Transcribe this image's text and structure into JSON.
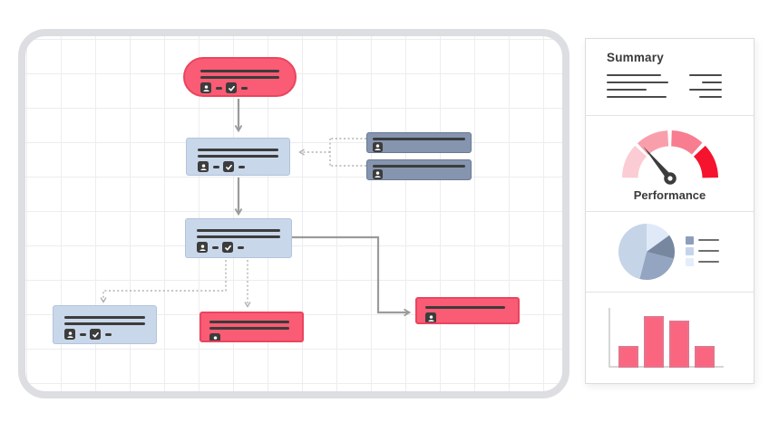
{
  "theme": {
    "red_fill": "#f95c74",
    "red_border": "#e9455f",
    "blue_fill": "#c9d7ea",
    "blue_border": "#b3c3da",
    "slate_fill": "#8595af",
    "slate_border": "#697a93",
    "ink": "#3c3c3c",
    "text": "#3a3a3a",
    "connector": "#9b9b9b",
    "connector_dotted": "#b1b1b1",
    "grid_line": "#ededf0",
    "canvas_border": "#dcdee2",
    "panel_border": "#dcdcdc",
    "axis": "#c9c9c9"
  },
  "flowchart": {
    "nodes": [
      {
        "id": "start",
        "shape": "pill",
        "color": "red",
        "placeholder_lines": 2,
        "icons": [
          "person",
          "check"
        ]
      },
      {
        "id": "step-1",
        "shape": "rect",
        "color": "blue",
        "placeholder_lines": 2,
        "icons": [
          "person",
          "check"
        ]
      },
      {
        "id": "attachment-1",
        "shape": "rect",
        "color": "slate",
        "placeholder_lines": 1,
        "icons": [
          "person"
        ]
      },
      {
        "id": "attachment-2",
        "shape": "rect",
        "color": "slate",
        "placeholder_lines": 1,
        "icons": [
          "person"
        ]
      },
      {
        "id": "step-2",
        "shape": "rect",
        "color": "blue",
        "placeholder_lines": 2,
        "icons": [
          "person",
          "check"
        ]
      },
      {
        "id": "branch-left",
        "shape": "rect",
        "color": "blue",
        "placeholder_lines": 2,
        "icons": [
          "person",
          "check"
        ]
      },
      {
        "id": "branch-middle",
        "shape": "rect",
        "color": "red",
        "placeholder_lines": 2,
        "icons": [
          "person"
        ]
      },
      {
        "id": "branch-right",
        "shape": "rect",
        "color": "red",
        "placeholder_lines": 1,
        "icons": [
          "person"
        ]
      }
    ],
    "edges": [
      {
        "from": "start",
        "to": "step-1",
        "style": "solid-arrow"
      },
      {
        "from": "step-1",
        "to": "step-2",
        "style": "solid-arrow"
      },
      {
        "from": "attachment-1",
        "to": "step-1",
        "style": "dotted-arrow"
      },
      {
        "from": "attachment-2",
        "to": "step-1",
        "style": "dotted-arrow"
      },
      {
        "from": "step-2",
        "to": "branch-left",
        "style": "dotted-arrow"
      },
      {
        "from": "step-2",
        "to": "branch-middle",
        "style": "dotted-arrow"
      },
      {
        "from": "step-2",
        "to": "branch-right",
        "style": "solid-arrow"
      }
    ]
  },
  "panel": {
    "summary": {
      "title": "Summary",
      "left_line_widths": [
        60,
        68,
        44,
        66
      ],
      "right_line_widths": [
        36,
        22,
        36,
        25
      ]
    }
  },
  "chart_data": [
    {
      "type": "gauge",
      "title": "Performance",
      "segments": [
        {
          "from_deg": 179,
          "to_deg": 137,
          "color": "#fbccd3"
        },
        {
          "from_deg": 133,
          "to_deg": 93,
          "color": "#f99fab"
        },
        {
          "from_deg": 88,
          "to_deg": 48,
          "color": "#f87d90"
        },
        {
          "from_deg": 43,
          "to_deg": 1,
          "color": "#f6132e"
        }
      ],
      "needle_deg": 130,
      "needle_value_fraction": 0.28
    },
    {
      "type": "pie",
      "slices": [
        {
          "value": 15,
          "color": "#dfe9f8"
        },
        {
          "value": 14,
          "color": "#76879f"
        },
        {
          "value": 25,
          "color": "#94a5c1"
        },
        {
          "value": 46,
          "color": "#c6d4e8"
        }
      ],
      "legend": [
        {
          "color": "#8d9ebc"
        },
        {
          "color": "#c6d4ea"
        },
        {
          "color": "#e3edfc"
        }
      ],
      "start": "top",
      "direction": "clockwise"
    },
    {
      "type": "bar",
      "values": [
        22,
        55,
        50,
        22
      ],
      "max": 55,
      "fill": "#fa6680",
      "stroke": "#e2758d",
      "grid": false
    }
  ]
}
